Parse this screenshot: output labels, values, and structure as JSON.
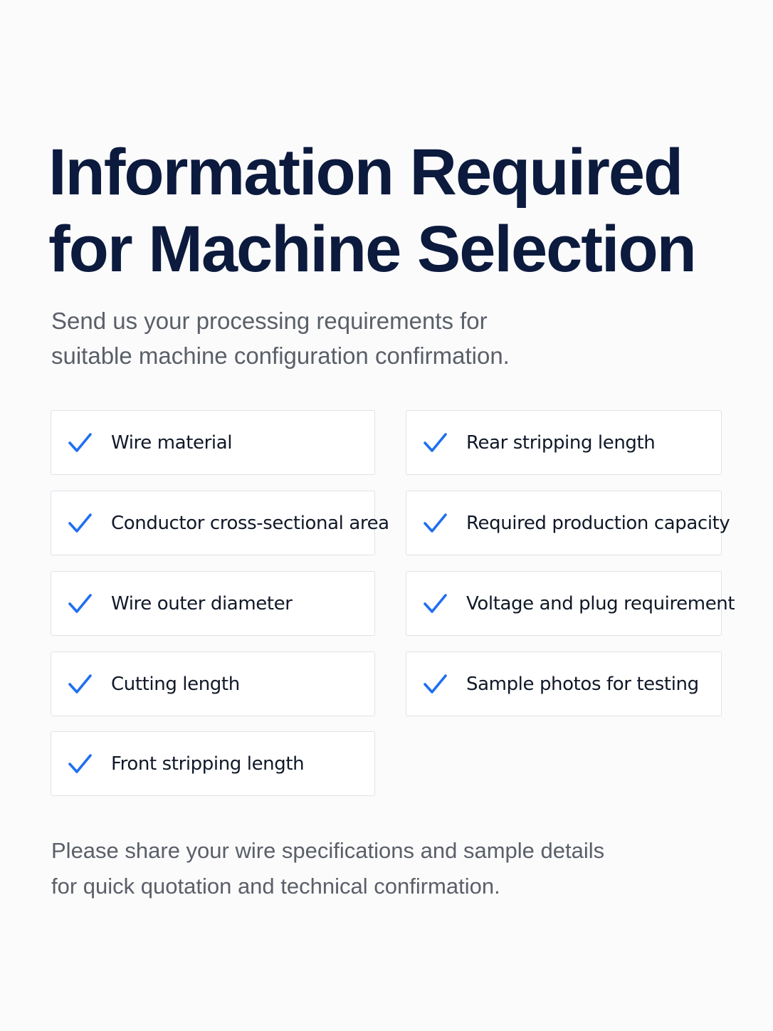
{
  "header": {
    "title_lines": [
      "Information Required",
      "for Machine Selection"
    ],
    "subtitle_lines": [
      "Send us your processing requirements for",
      "suitable machine configuration confirmation."
    ]
  },
  "checklist": {
    "check_icon": "checkmark-icon",
    "accent_color": "#1f6ff0",
    "items": [
      {
        "label": "Wire material"
      },
      {
        "label": "Conductor cross-sectional area"
      },
      {
        "label": "Wire outer diameter"
      },
      {
        "label": "Cutting length"
      },
      {
        "label": "Front stripping length"
      },
      {
        "label": "Rear stripping length"
      },
      {
        "label": "Required production capacity"
      },
      {
        "label": "Voltage and plug requirement"
      },
      {
        "label": "Sample photos for testing"
      }
    ]
  },
  "footer": {
    "lines": [
      "Please share your wire specifications and sample details",
      "for quick quotation and technical confirmation."
    ]
  },
  "colors": {
    "title": "#0b1a3d",
    "body_text": "#5a5f68",
    "card_border": "#dfe2e7",
    "background": "#fbfbfc"
  }
}
